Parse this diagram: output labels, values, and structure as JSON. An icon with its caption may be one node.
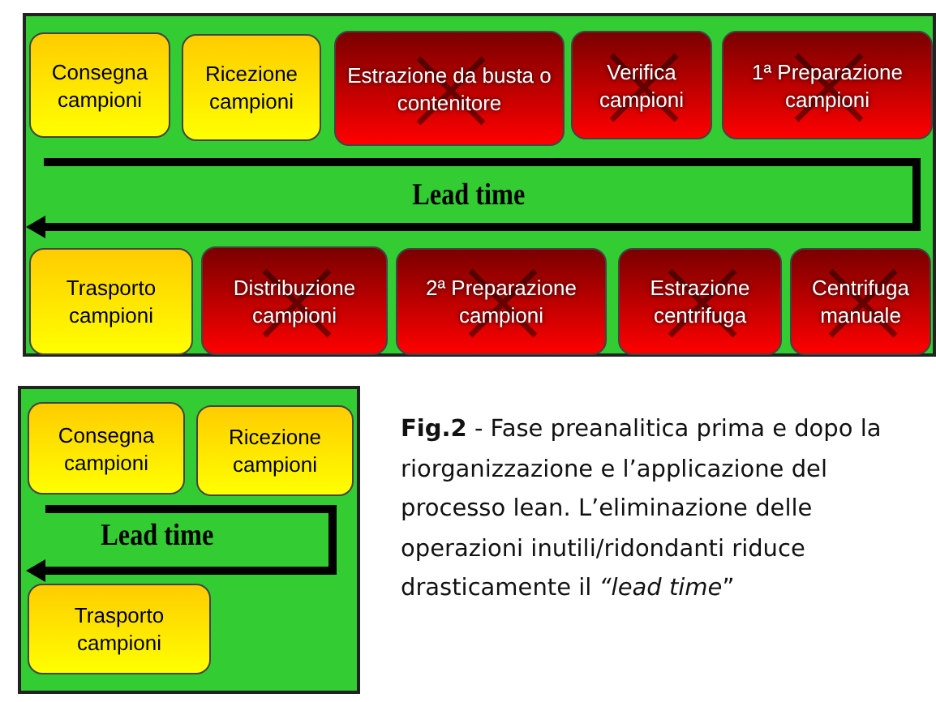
{
  "diagram": {
    "caption": "**Fig.2** - Fase preanalitica prima e dopo  la riorganizzazione e l’applicazione del processo lean. L’eliminazione delle operazioni inutili/ridondanti riduce drasticamente il *“lead time*”",
    "nodes": [
      {
        "text": [],
        "shape": "box"
      },
      {
        "text": [
          "Consegna campioni"
        ],
        "in": 0
      },
      {
        "text": [
          "Ricezione campioni"
        ],
        "in": 0
      },
      {
        "text": [
          "Estrazione da busta o contenitore"
        ],
        "in": 0
      },
      {
        "text": [
          "Verifica campioni"
        ],
        "in": 0
      },
      {
        "text": [
          "1ª Preparazione campioni"
        ],
        "in": 0
      },
      {
        "text": [
          "Trasporto campioni"
        ],
        "in": 0
      },
      {
        "text": [
          "Distribuzione campioni"
        ],
        "in": 0
      },
      {
        "text": [
          "2ª Preparazione campioni"
        ],
        "in": 0
      },
      {
        "text": [
          "Estrazione centrifuga"
        ],
        "in": 0
      },
      {
        "text": [
          "Centrifuga manuale"
        ],
        "in": 0
      },
      {
        "text": [],
        "shape": "box"
      },
      {
        "text": [
          "Consegna campioni"
        ],
        "in": 11
      },
      {
        "text": [
          "Ricezione campioni"
        ],
        "in": 11
      },
      {
        "text": [
          "Trasporto campioni"
        ],
        "in": 11
      }
    ],
    "edges": [],
    "labels": [
      "Lead time",
      "Lead time"
    ]
  }
}
